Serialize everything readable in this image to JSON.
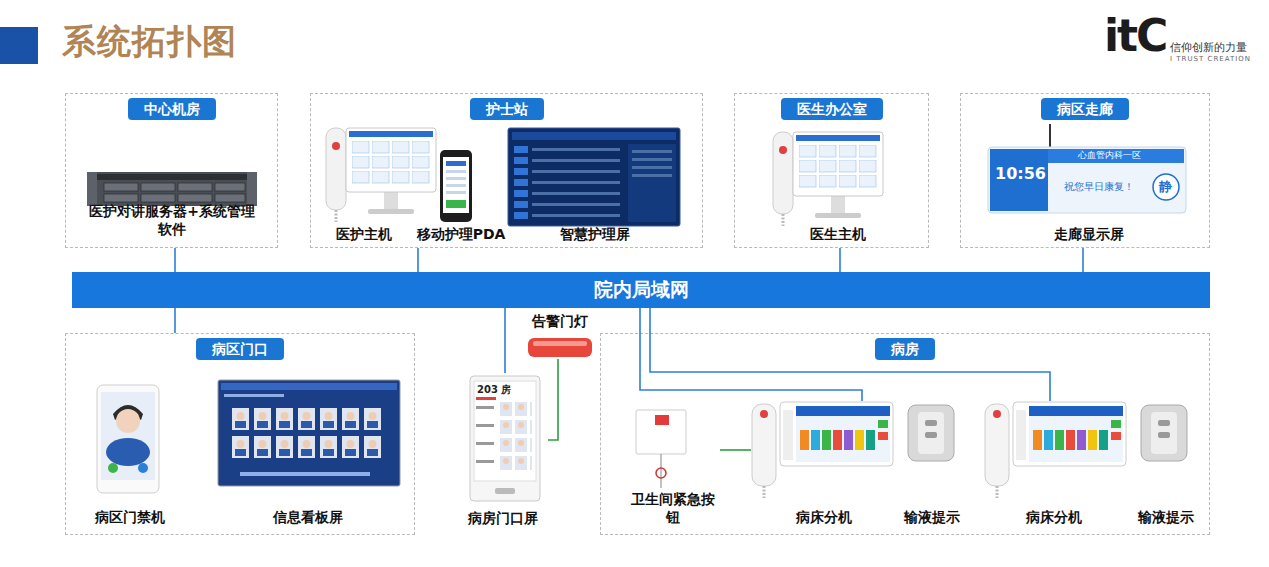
{
  "diagram": {
    "title": "系统拓扑图",
    "nodes": [
      {
        "text": [
          "中心机房"
        ]
      },
      {
        "text": [
          "医护对讲服务器+系统管理软件"
        ],
        "in": 0
      },
      {
        "text": [
          "护士站"
        ]
      },
      {
        "text": [
          "医护主机"
        ],
        "in": 2
      },
      {
        "text": [
          "移动护理PDA"
        ],
        "in": 2
      },
      {
        "text": [
          "智慧护理屏"
        ],
        "in": 2
      },
      {
        "text": [
          "医生办公室"
        ]
      },
      {
        "text": [
          "医生主机"
        ],
        "in": 6
      },
      {
        "text": [
          "病区走廊"
        ]
      },
      {
        "text": [
          "走廊显示屏"
        ],
        "in": 8
      },
      {
        "text": [
          "院内局域网"
        ]
      },
      {
        "text": [
          "病区门口"
        ]
      },
      {
        "text": [
          "病区门禁机"
        ],
        "in": 11
      },
      {
        "text": [
          "信息看板屏"
        ],
        "in": 11
      },
      {
        "text": [
          "告警门灯"
        ]
      },
      {
        "text": [
          "病房门口屏"
        ]
      },
      {
        "text": [
          "病房"
        ]
      },
      {
        "text": [
          "卫生间紧急按钮"
        ],
        "in": 16
      },
      {
        "text": [
          "病床分机"
        ],
        "in": 16
      },
      {
        "text": [
          "输液提示"
        ],
        "in": 16
      },
      {
        "text": [
          "病床分机"
        ],
        "in": 16
      },
      {
        "text": [
          "输液提示"
        ],
        "in": 16
      }
    ],
    "edges": [
      {
        "from": 0,
        "to": 10,
        "arrow": "none"
      },
      {
        "from": 2,
        "to": 10,
        "arrow": "none"
      },
      {
        "from": 6,
        "to": 10,
        "arrow": "none"
      },
      {
        "from": 8,
        "to": 10,
        "arrow": "none"
      },
      {
        "from": 10,
        "to": 11,
        "arrow": "none"
      },
      {
        "from": 10,
        "to": 15,
        "arrow": "none"
      },
      {
        "from": 10,
        "to": 18,
        "arrow": "none"
      },
      {
        "from": 10,
        "to": 20,
        "arrow": "none"
      },
      {
        "from": 15,
        "to": 14,
        "arrow": "none"
      },
      {
        "from": 17,
        "to": 18,
        "arrow": "none"
      }
    ],
    "labels": [
      "itC",
      "信仰创新的力量",
      "I TRUST CREATION",
      "10:56",
      "心血管内科一区",
      "祝您早日康复！",
      "静",
      "203 房"
    ]
  }
}
